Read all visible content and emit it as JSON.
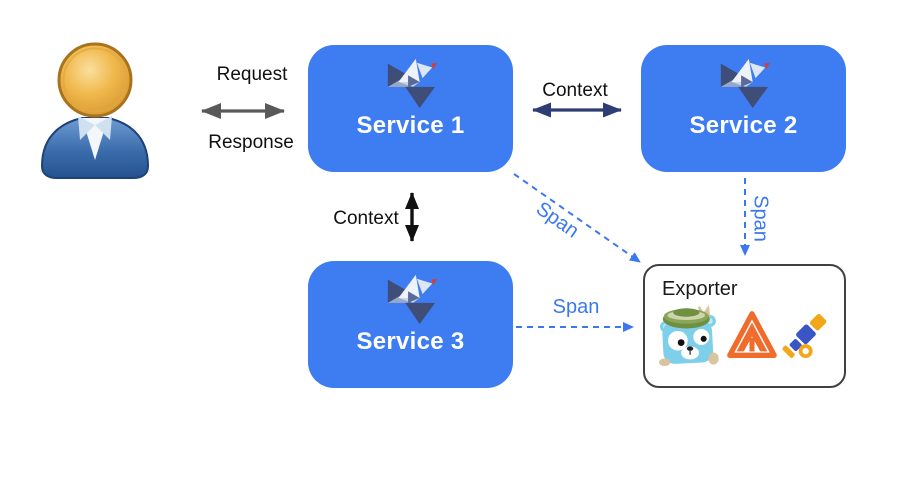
{
  "nodes": {
    "service1": {
      "label": "Service 1",
      "icon": "opentracing-bird"
    },
    "service2": {
      "label": "Service 2",
      "icon": "opentracing-bird"
    },
    "service3": {
      "label": "Service 3",
      "icon": "opentracing-bird"
    },
    "exporter": {
      "label": "Exporter",
      "icons": [
        "jaeger-gopher",
        "orange-triangle-arrow-logo",
        "telescope"
      ]
    }
  },
  "user": {
    "icon": "person-clipart"
  },
  "edges": {
    "user_service1": {
      "label_top": "Request",
      "label_bottom": "Response",
      "style": "solid-double-arrow-gray"
    },
    "service1_service2": {
      "label": "Context",
      "style": "solid-double-arrow-navy"
    },
    "service1_service3": {
      "label": "Context",
      "style": "solid-double-arrow-black"
    },
    "service1_exporter": {
      "label": "Span",
      "style": "dashed-arrow-blue"
    },
    "service2_exporter": {
      "label": "Span",
      "style": "dashed-arrow-blue"
    },
    "service3_exporter": {
      "label": "Span",
      "style": "dashed-arrow-blue"
    }
  },
  "colors": {
    "service_box_blue": "#3e7cf1",
    "request_arrow_gray": "#595959",
    "context_arrow_navy": "#2e3e75",
    "context_arrow_black": "#111111",
    "span_arrow_blue": "#3b78f0",
    "span_label_blue": "#3b78f0",
    "exporter_border_gray": "#404040",
    "label_text_black": "#111111"
  }
}
